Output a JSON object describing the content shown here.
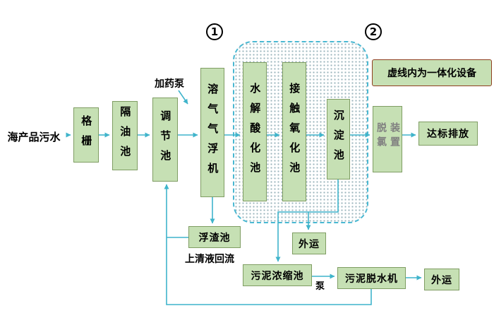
{
  "colors": {
    "box_fill": "#c6e0b4",
    "box_border": "#7f9d63",
    "arrow": "#3fb4cb",
    "dashed_container_border": "#49b8d2",
    "legend_border": "#8f3f1f",
    "dechlorination_text": "#808080",
    "text": "#000000"
  },
  "source": {
    "label": "海产品污水"
  },
  "stage_markers": {
    "one": "1",
    "two": "2"
  },
  "legend": {
    "text": "虚线内为一体化设备"
  },
  "annotations": {
    "dosing_pump": "加药泵",
    "supernatant_return": "上清液回流",
    "pump": "泵"
  },
  "nodes": {
    "grid": {
      "label": "格栅"
    },
    "oil_separator": {
      "label": "隔油池"
    },
    "regulating_tank": {
      "label": "调节池"
    },
    "daf": {
      "label": "溶气气浮机"
    },
    "hydrolysis": {
      "label": "水解酸化池"
    },
    "contact_oxidation": {
      "label": "接触氧化池"
    },
    "sedimentation": {
      "label": "沉淀池"
    },
    "dechlorination": {
      "label": "脱氯装置"
    },
    "discharge": {
      "label": "达标排放"
    },
    "scum_tank": {
      "label": "浮渣池"
    },
    "haul_away_1": {
      "label": "外运"
    },
    "sludge_thickener": {
      "label": "污泥浓缩池"
    },
    "sludge_dewaterer": {
      "label": "污泥脱水机"
    },
    "haul_away_2": {
      "label": "外运"
    }
  },
  "edges": [
    {
      "from": "海产品污水",
      "to": "格栅"
    },
    {
      "from": "格栅",
      "to": "隔油池"
    },
    {
      "from": "隔油池",
      "to": "调节池"
    },
    {
      "from": "调节池",
      "to": "溶气气浮机"
    },
    {
      "from": "加药泵",
      "to": "调节池与溶气气浮机之间管线"
    },
    {
      "from": "溶气气浮机",
      "to": "水解酸化池"
    },
    {
      "from": "水解酸化池",
      "to": "接触氧化池"
    },
    {
      "from": "接触氧化池",
      "to": "沉淀池"
    },
    {
      "from": "沉淀池",
      "to": "脱氯装置"
    },
    {
      "from": "脱氯装置",
      "to": "达标排放"
    },
    {
      "from": "溶气气浮机",
      "to": "浮渣池"
    },
    {
      "from": "浮渣池",
      "to": "调节池",
      "label": "上清液回流"
    },
    {
      "from": "沉淀池",
      "to": "污泥浓缩池"
    },
    {
      "from": "沉淀池",
      "to": "外运"
    },
    {
      "from": "污泥浓缩池",
      "to": "污泥脱水机",
      "label": "泵"
    },
    {
      "from": "污泥脱水机",
      "to": "外运"
    },
    {
      "from": "污泥脱水机",
      "to": "调节池"
    }
  ]
}
